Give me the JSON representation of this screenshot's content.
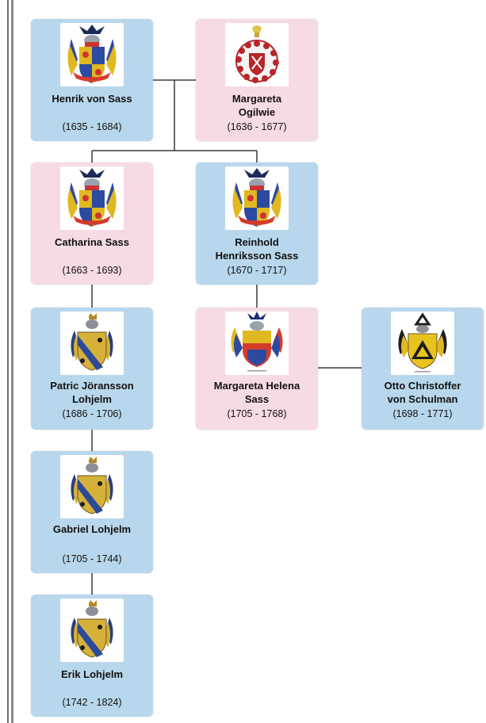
{
  "people": [
    {
      "id": "henrik",
      "name": "Henrik von Sass",
      "years": "(1635 - 1684)",
      "crest": "sass-coat-of-arms"
    },
    {
      "id": "margareta-o",
      "name": "Margareta\nOgilwie",
      "years": "(1636 - 1677)",
      "crest": "ogilwie-coat-of-arms"
    },
    {
      "id": "catharina",
      "name": "Catharina Sass",
      "years": "(1663 - 1693)",
      "crest": "sass-coat-of-arms"
    },
    {
      "id": "reinhold",
      "name": "Reinhold\nHenriksson Sass",
      "years": "(1670 - 1717)",
      "crest": "sass-coat-of-arms"
    },
    {
      "id": "patric",
      "name": "Patric Jöransson\nLohjelm",
      "years": "(1686 - 1706)",
      "crest": "lohjelm-coat-of-arms"
    },
    {
      "id": "margareta-h",
      "name": "Margareta Helena\nSass",
      "years": "(1705 - 1768)",
      "crest": "sass-variant-coat-of-arms"
    },
    {
      "id": "otto",
      "name": "Otto Christoffer\nvon Schulman",
      "years": "(1698 - 1771)",
      "crest": "schulman-coat-of-arms"
    },
    {
      "id": "gabriel",
      "name": "Gabriel Lohjelm",
      "years": "(1705 - 1744)",
      "crest": "lohjelm-coat-of-arms"
    },
    {
      "id": "erik",
      "name": "Erik Lohjelm",
      "years": "(1742 - 1824)",
      "crest": "lohjelm-coat-of-arms"
    }
  ],
  "colors": {
    "male_card": "#b8d7ec",
    "female_card": "#f6dbe6",
    "connector": "#3a3a3a"
  }
}
